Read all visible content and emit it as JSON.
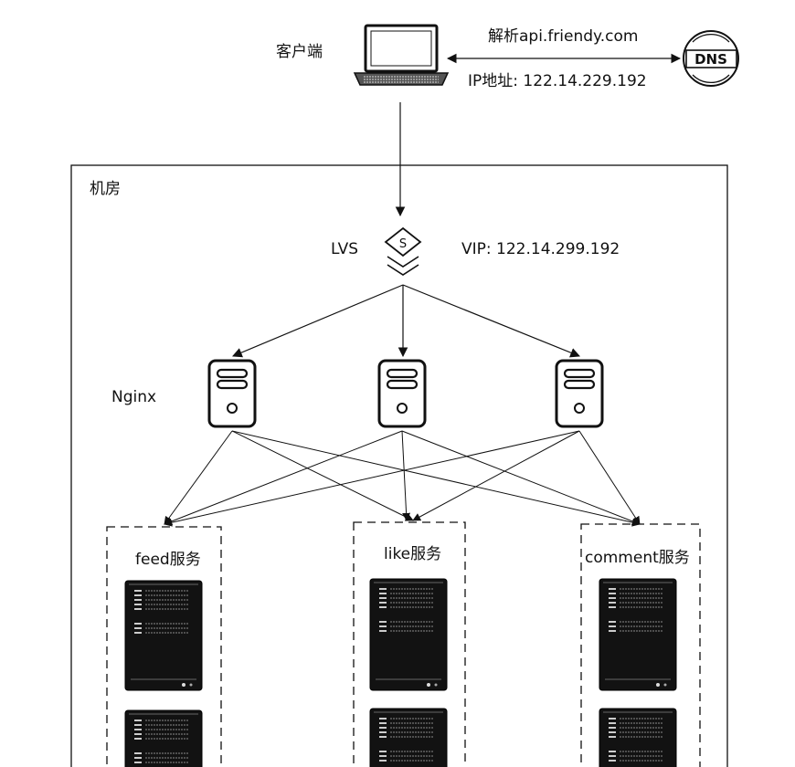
{
  "client": {
    "label": "客户端"
  },
  "dns": {
    "request_label": "解析api.friendy.com",
    "response_label": "IP地址: 122.14.229.192",
    "icon_text": "DNS"
  },
  "datacenter": {
    "label": "机房"
  },
  "lvs": {
    "label": "LVS",
    "vip_label": "VIP: 122.14.299.192",
    "icon_glyph": "S"
  },
  "nginx": {
    "label": "Nginx",
    "server_count": 3
  },
  "services": [
    {
      "label": "feed服务"
    },
    {
      "label": "like服务"
    },
    {
      "label": "comment服务"
    }
  ],
  "icons": {
    "client": "laptop-icon",
    "dns": "dns-globe-icon",
    "lvs": "lvs-layers-icon",
    "nginx": "server-tower-icon",
    "service": "server-rack-icon"
  }
}
